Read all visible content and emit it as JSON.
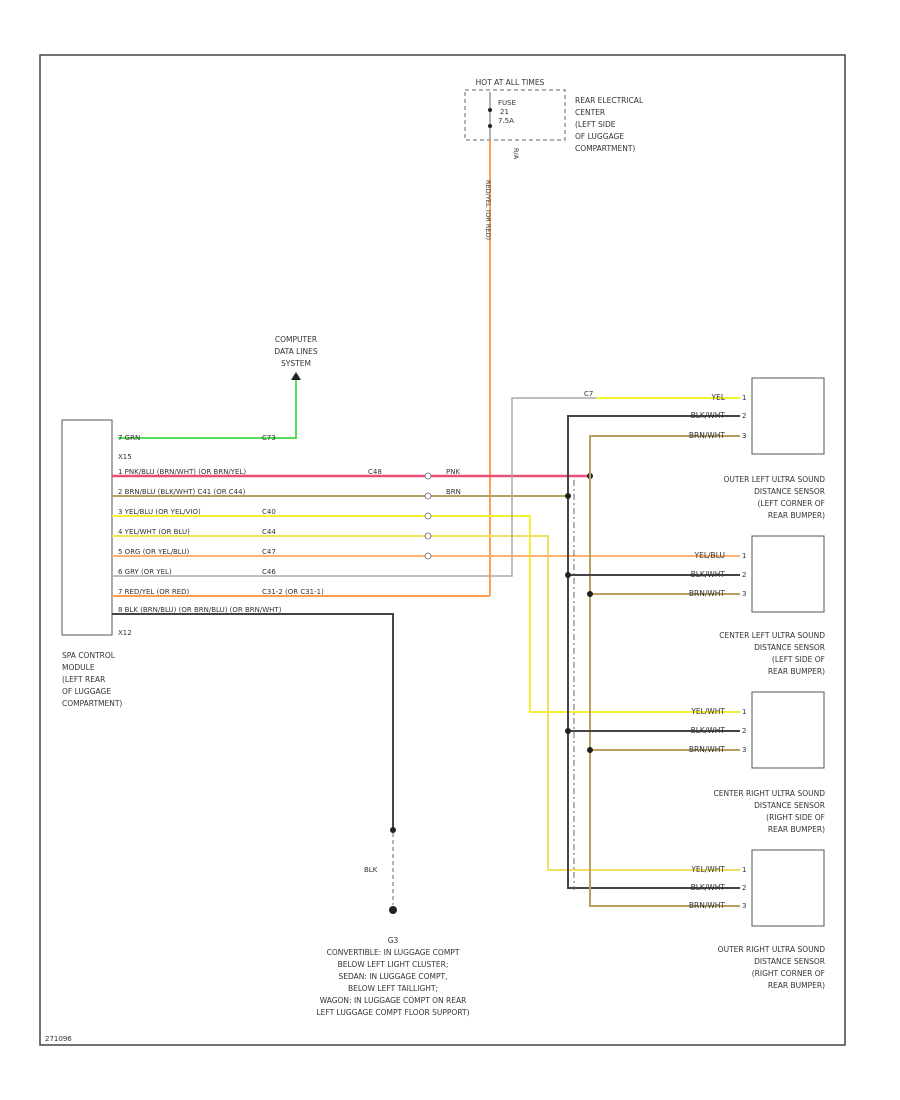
{
  "colors": {
    "grn": "#55dd55",
    "pnk_brn": "#e8507a",
    "brn_blk": "#b8a060",
    "yel": "#f2f230",
    "yel_wht": "#f0e060",
    "org": "#ffb070",
    "gry": "#aaaaaa",
    "red_yel": "#ff9f50",
    "blk": "#444444",
    "brn_wht": "#b8a060"
  },
  "fuse": {
    "header": "HOT AT ALL TIMES",
    "fuse_label": "FUSE",
    "fuse_number": "21",
    "fuse_amp": "7.5A",
    "wire_label": "RED/YEL (OR RED)",
    "connector_label": "R/A"
  },
  "rec": {
    "lines": [
      "REAR ELECTRICAL",
      "CENTER",
      "(LEFT SIDE",
      "OF LUGGAGE",
      "COMPARTMENT)"
    ]
  },
  "computer": {
    "lines": [
      "COMPUTER",
      "DATA LINES",
      "SYSTEM"
    ]
  },
  "module": {
    "top_connector": "X15",
    "bottom_connector": "X12",
    "lines": [
      "SPA CONTROL",
      "MODULE",
      "(LEFT REAR",
      "OF LUGGAGE",
      "COMPARTMENT)"
    ],
    "pins": [
      {
        "label": "7 GRN",
        "circuit": "C73"
      },
      {
        "label": "1 PNK/BLU (BRN/WHT)  (OR BRN/YEL)",
        "circuit": "C48"
      },
      {
        "label": "2 BRN/BLU (BLK/WHT)  C41 (OR C44)",
        "circuit": ""
      },
      {
        "label": "3 YEL/BLU (OR YEL/VIO)",
        "circuit": "C40"
      },
      {
        "label": "4 YEL/WHT (OR BLU)",
        "circuit": "C44"
      },
      {
        "label": "5 ORG (OR YEL/BLU)",
        "circuit": "C47"
      },
      {
        "label": "6 GRY (OR YEL)",
        "circuit": "C46"
      },
      {
        "label": "7 RED/YEL (OR RED)",
        "circuit": "C31-2  (OR C31-1)"
      },
      {
        "label": "8 BLK (BRN/BLU)  (OR BRN/BLU)  (OR BRN/WHT)",
        "circuit": ""
      }
    ],
    "splice_labels": [
      "PNK",
      "BRN"
    ]
  },
  "ground": {
    "wire_label": "BLK",
    "lines": [
      "G3",
      "CONVERTIBLE: IN LUGGAGE COMPT",
      "BELOW LEFT LIGHT CLUSTER;",
      "SEDAN: IN LUGGAGE COMPT,",
      "BELOW LEFT TAILLIGHT;",
      "WAGON: IN LUGGAGE COMPT ON REAR",
      "LEFT LUGGAGE COMPT FLOOR SUPPORT)"
    ]
  },
  "sensors": [
    {
      "lines": [
        "OUTER LEFT ULTRA SOUND",
        "DISTANCE SENSOR",
        "(LEFT CORNER OF",
        "REAR BUMPER)"
      ],
      "wires": [
        {
          "label": "YEL",
          "pin": "1"
        },
        {
          "label": "BLK/WHT",
          "pin": "2"
        },
        {
          "label": "BRN/WHT",
          "pin": "3"
        }
      ]
    },
    {
      "lines": [
        "CENTER LEFT ULTRA SOUND",
        "DISTANCE SENSOR",
        "(LEFT SIDE OF",
        "REAR BUMPER)"
      ],
      "wires": [
        {
          "label": "YEL/BLU",
          "pin": "1"
        },
        {
          "label": "BLK/WHT",
          "pin": "2"
        },
        {
          "label": "BRN/WHT",
          "pin": "3"
        }
      ]
    },
    {
      "lines": [
        "CENTER RIGHT ULTRA SOUND",
        "DISTANCE SENSOR",
        "(RIGHT SIDE OF",
        "REAR BUMPER)"
      ],
      "wires": [
        {
          "label": "YEL/WHT",
          "pin": "1"
        },
        {
          "label": "BLK/WHT",
          "pin": "2"
        },
        {
          "label": "BRN/WHT",
          "pin": "3"
        }
      ]
    },
    {
      "lines": [
        "OUTER RIGHT ULTRA SOUND",
        "DISTANCE SENSOR",
        "(RIGHT CORNER OF",
        "REAR BUMPER)"
      ],
      "wires": [
        {
          "label": "YEL/WHT",
          "pin": "1"
        },
        {
          "label": "BLK/WHT",
          "pin": "2"
        },
        {
          "label": "BRN/WHT",
          "pin": "3"
        }
      ]
    }
  ],
  "extra": {
    "gry_splice_label": "C7"
  },
  "footer": {
    "code": "271096"
  }
}
